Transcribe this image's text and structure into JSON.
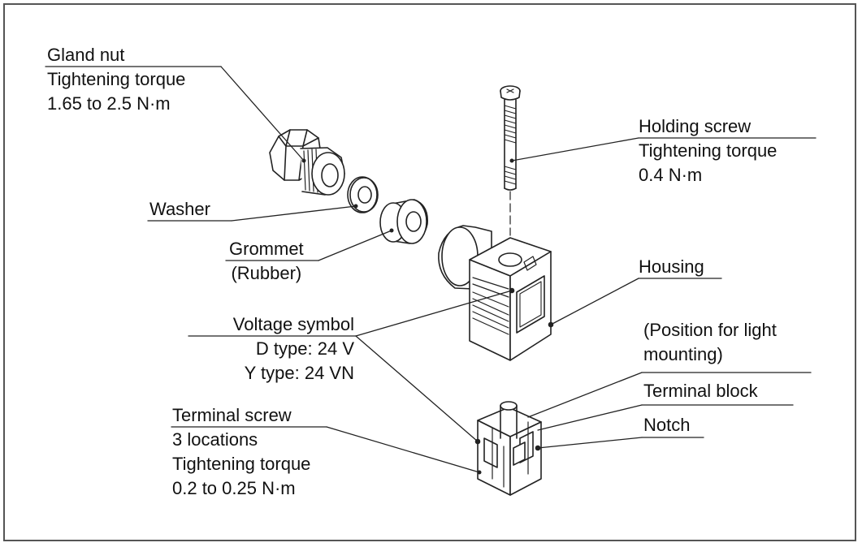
{
  "labels": {
    "gland_nut": {
      "title": "Gland nut",
      "line1": "Tightening torque",
      "line2": "1.65 to 2.5 N·m"
    },
    "washer": {
      "title": "Washer"
    },
    "grommet": {
      "title": "Grommet",
      "line1": "(Rubber)"
    },
    "holding_screw": {
      "title": "Holding screw",
      "line1": "Tightening torque",
      "line2": "0.4 N·m"
    },
    "housing": {
      "title": "Housing"
    },
    "voltage_symbol": {
      "title": "Voltage symbol",
      "line1": "D type: 24 V",
      "line2": "Y type: 24 VN"
    },
    "light_position": {
      "line1": "(Position for light",
      "line2": "mounting)"
    },
    "terminal_block": {
      "title": "Terminal block"
    },
    "notch": {
      "title": "Notch"
    },
    "terminal_screw": {
      "title": "Terminal screw",
      "line1": "3 locations",
      "line2": "Tightening torque",
      "line3": "0.2 to 0.25 N·m"
    }
  }
}
